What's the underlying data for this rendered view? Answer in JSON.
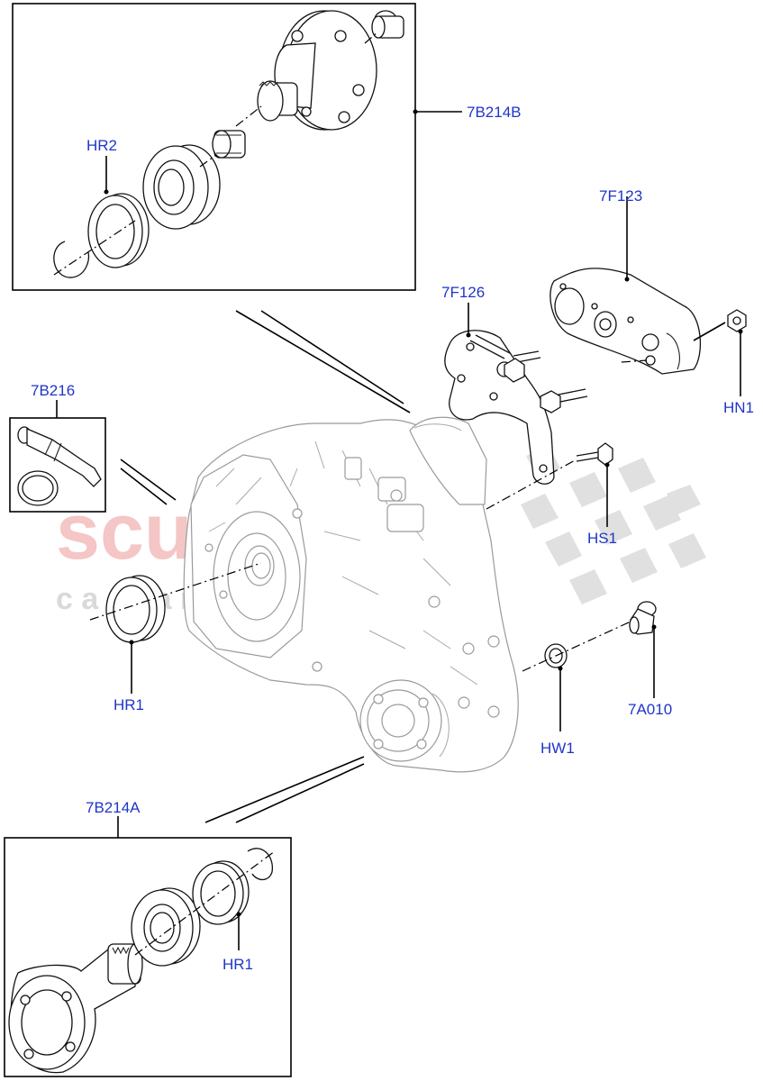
{
  "watermark": {
    "brand": "scuderia",
    "sub": "c a r   p a r t s",
    "brand_color": "#f4c6c6",
    "sub_color": "#d9d9d9",
    "checker_color": "#d6d6d6"
  },
  "labels": {
    "7B214B": "7B214B",
    "HR2": "HR2",
    "7F123": "7F123",
    "7F126": "7F126",
    "7B216": "7B216",
    "HN1": "HN1",
    "HS1": "HS1",
    "HR1_left": "HR1",
    "7A010": "7A010",
    "HW1": "HW1",
    "7B214A": "7B214A",
    "HR1_bottom": "HR1"
  },
  "colors": {
    "label": "#1f35c9",
    "line": "#000000",
    "housing": "#9a9a9a"
  }
}
